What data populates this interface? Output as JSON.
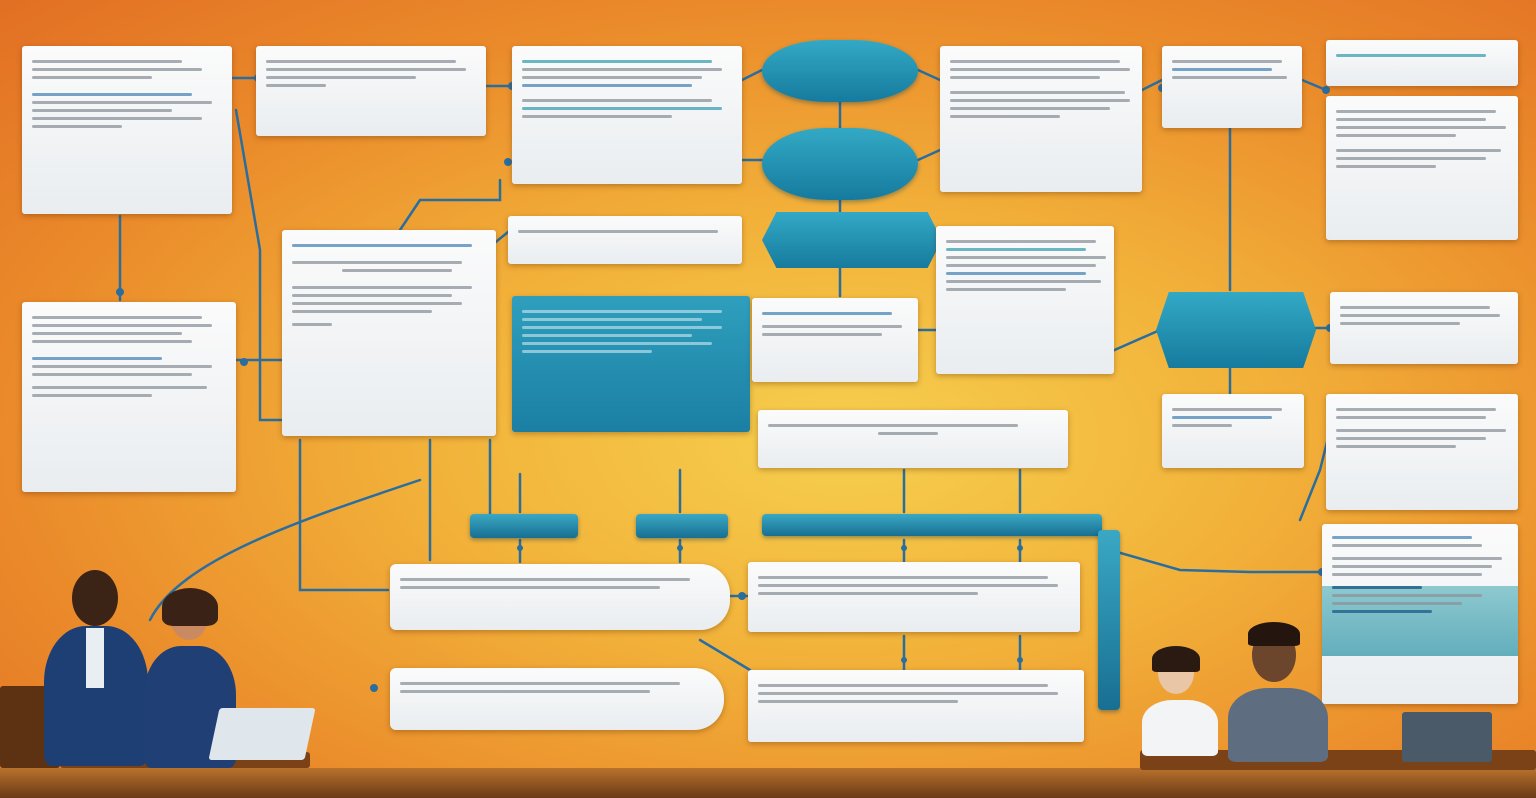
{
  "colors": {
    "background": "#ea8a2a",
    "card": "#f4f6f8",
    "accent": "#1c7fa4",
    "title": "#1c5a86",
    "connector": "#2a6ea0"
  },
  "cards": [
    {
      "id": "c1",
      "title": ""
    },
    {
      "id": "c2",
      "title": ""
    },
    {
      "id": "c3",
      "title": ""
    },
    {
      "id": "c4",
      "title": ""
    },
    {
      "id": "c5",
      "title": ""
    },
    {
      "id": "c6",
      "title": ""
    },
    {
      "id": "c7",
      "title": ""
    },
    {
      "id": "c8",
      "title": ""
    },
    {
      "id": "c9",
      "title": ""
    },
    {
      "id": "c10",
      "title": ""
    },
    {
      "id": "c11",
      "title": ""
    },
    {
      "id": "c12",
      "title": ""
    },
    {
      "id": "c13",
      "title": ""
    },
    {
      "id": "c14",
      "title": ""
    },
    {
      "id": "c15",
      "title": ""
    },
    {
      "id": "c16",
      "title": ""
    },
    {
      "id": "c17",
      "title": ""
    },
    {
      "id": "c18",
      "title": ""
    },
    {
      "id": "c19",
      "title": ""
    },
    {
      "id": "c20",
      "title": ""
    },
    {
      "id": "c21",
      "title": ""
    }
  ],
  "decisions": [
    {
      "id": "d1",
      "label": ""
    },
    {
      "id": "d2",
      "label": ""
    },
    {
      "id": "d3",
      "label": ""
    },
    {
      "id": "d4",
      "label": ""
    }
  ],
  "people": [
    {
      "id": "p1",
      "role": "presenter-man"
    },
    {
      "id": "p2",
      "role": "presenter-woman"
    },
    {
      "id": "p3",
      "role": "seated-woman"
    },
    {
      "id": "p4",
      "role": "seated-man"
    }
  ]
}
